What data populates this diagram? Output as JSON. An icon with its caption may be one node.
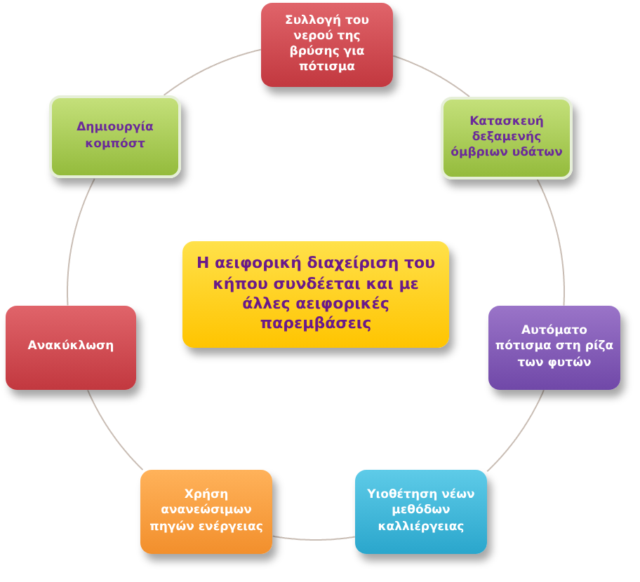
{
  "diagram": {
    "nodes": [
      {
        "text": [
          "Συλλογή του νερού της βρύσης για πότισμα"
        ]
      },
      {
        "text": [
          "Δημιουργία κομπόστ"
        ]
      },
      {
        "text": [
          "Κατασκευή δεξαμενής όμβριων υδάτων"
        ]
      },
      {
        "text": [
          "Η αειφορική διαχείριση του κήπου συνδέεται και με άλλες αειφορικές παρεμβάσεις"
        ]
      },
      {
        "text": [
          "Ανακύκλωση"
        ]
      },
      {
        "text": [
          "Αυτόματο πότισμα στη ρίζα των φυτών"
        ]
      },
      {
        "text": [
          "Χρήση ανανεώσιμων πηγών ενέργειας"
        ]
      },
      {
        "text": [
          "Υιοθέτηση νέων μεθόδων καλλιέργειας"
        ]
      }
    ],
    "edges": [
      {
        "from": 0,
        "to": 2,
        "arrow": "none"
      },
      {
        "from": 2,
        "to": 5,
        "arrow": "none"
      },
      {
        "from": 5,
        "to": 7,
        "arrow": "none"
      },
      {
        "from": 7,
        "to": 6,
        "arrow": "none"
      },
      {
        "from": 6,
        "to": 4,
        "arrow": "none"
      },
      {
        "from": 4,
        "to": 1,
        "arrow": "none"
      },
      {
        "from": 1,
        "to": 0,
        "arrow": "none"
      }
    ]
  }
}
